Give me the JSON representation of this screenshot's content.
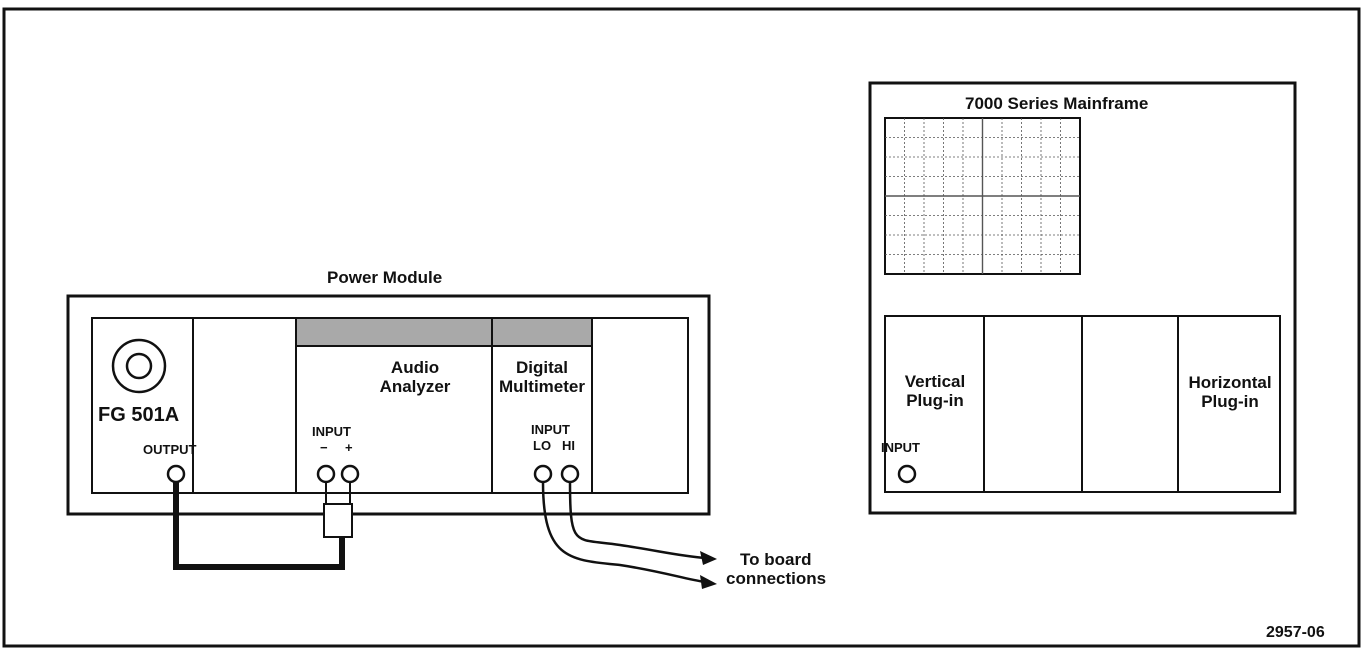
{
  "power_module": {
    "title": "Power Module",
    "fg": {
      "name": "FG 501A",
      "output_label": "OUTPUT"
    },
    "audio": {
      "line1": "Audio",
      "line2": "Analyzer",
      "input_label": "INPUT",
      "minus": "−",
      "plus": "+"
    },
    "dmm": {
      "line1": "Digital",
      "line2": "Multimeter",
      "input_label": "INPUT",
      "lo": "LO",
      "hi": "HI"
    }
  },
  "board_connections": {
    "line1": "To board",
    "line2": "connections"
  },
  "mainframe": {
    "title": "7000 Series Mainframe",
    "vertical": {
      "line1": "Vertical",
      "line2": "Plug-in",
      "input_label": "INPUT"
    },
    "horizontal": {
      "line1": "Horizontal",
      "line2": "Plug-in"
    }
  },
  "figure_number": "2957-06"
}
